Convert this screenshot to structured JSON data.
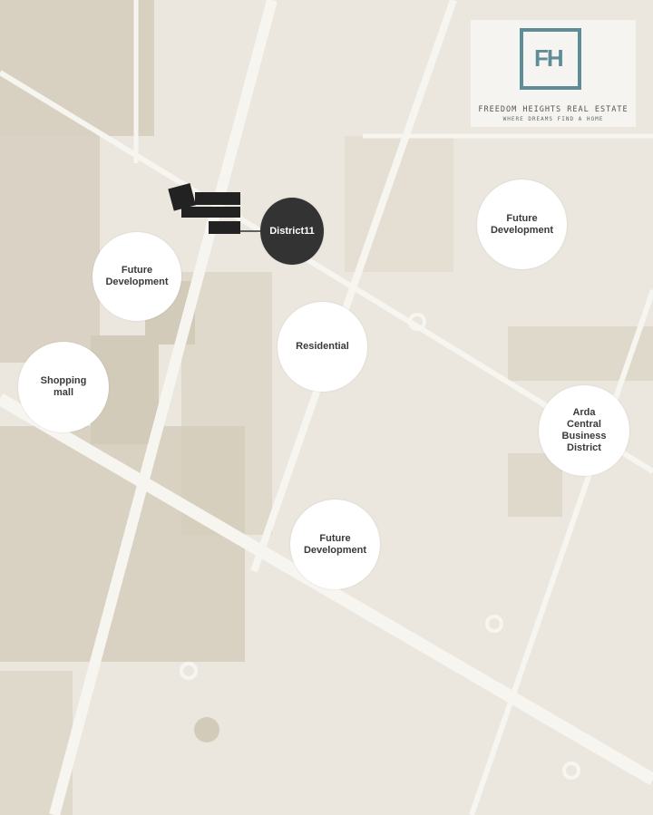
{
  "logo": {
    "monogram": "FH",
    "name": "FREEDOM HEIGHTS REAL ESTATE",
    "tagline": "WHERE DREAMS FIND A HOME",
    "color": "#5e8d98"
  },
  "markers": [
    {
      "id": "district11",
      "label": "District11"
    },
    {
      "id": "future-dev-1",
      "label": "Future\nDevelopment"
    },
    {
      "id": "future-dev-2",
      "label": "Future\nDevelopment"
    },
    {
      "id": "residential",
      "label": "Residential"
    },
    {
      "id": "shopping-mall",
      "label": "Shopping\nmall"
    },
    {
      "id": "arda-cbd",
      "label": "Arda\nCentral\nBusiness\nDistrict"
    },
    {
      "id": "future-dev-3",
      "label": "Future\nDevelopment"
    }
  ],
  "colors": {
    "background": "#ebe7df",
    "road": "#f7f5f0",
    "block": "#d3cbb9",
    "marker_dark": "#333333"
  }
}
